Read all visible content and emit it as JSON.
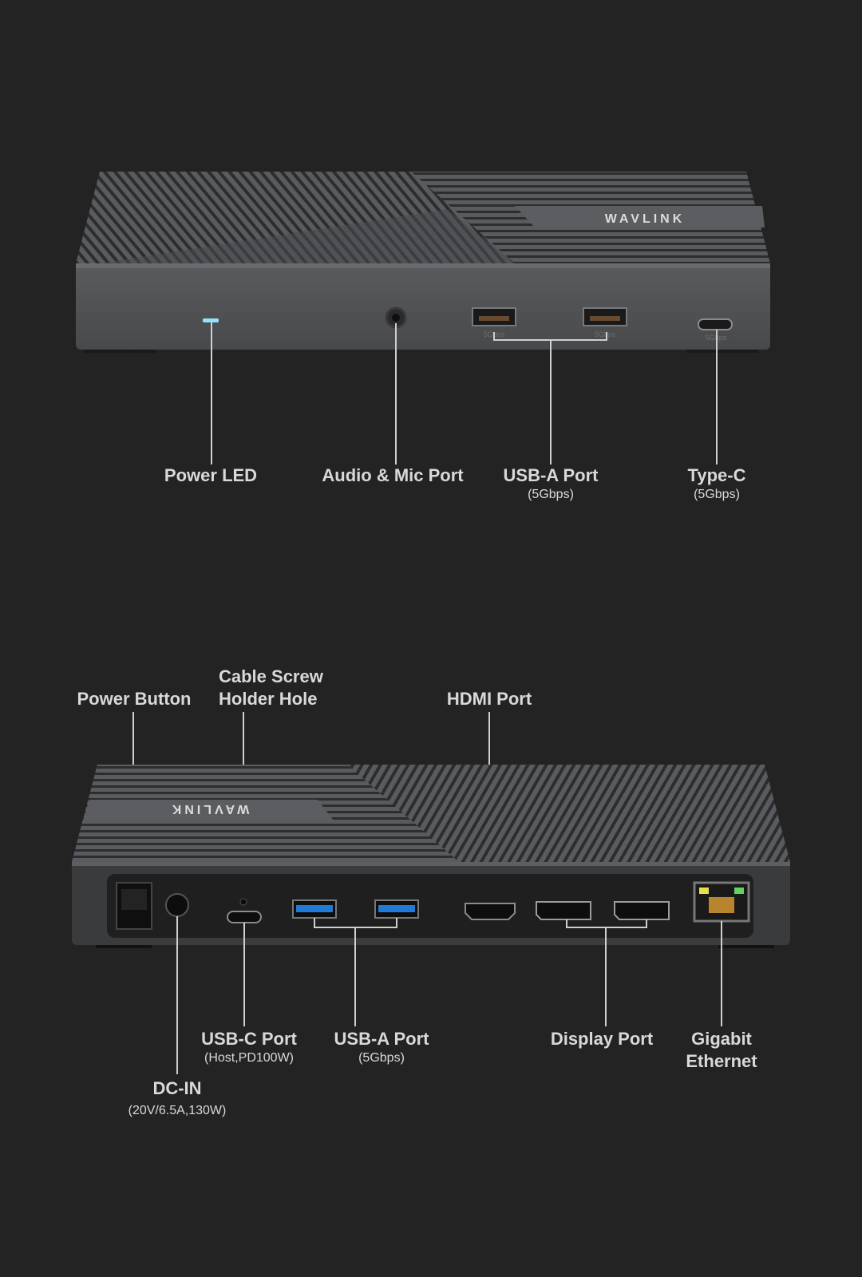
{
  "colors": {
    "background": "#232323",
    "label": "#d9d9d9",
    "device": "#4a4b4d",
    "usb3_blue": "#1f7ad8",
    "led": "#8fe4ff"
  },
  "brand": "WAVLINK",
  "front": {
    "port_markings": {
      "usb_a_1": "5Gbps",
      "usb_a_2": "5Gbps",
      "type_c": "5Gbps"
    },
    "labels": {
      "power_led": "Power LED",
      "audio_mic": "Audio & Mic Port",
      "usb_a": "USB-A  Port",
      "usb_a_sub": "(5Gbps)",
      "type_c": "Type-C",
      "type_c_sub": "(5Gbps)"
    }
  },
  "back": {
    "labels": {
      "power_button": "Power Button",
      "cable_screw_1": "Cable Screw",
      "cable_screw_2": "Holder Hole",
      "hdmi": "HDMI Port",
      "usb_c": "USB-C Port",
      "usb_c_sub": "(Host,PD100W)",
      "usb_a": "USB-A  Port",
      "usb_a_sub": "(5Gbps)",
      "display_port": "Display Port",
      "gigabit_1": "Gigabit",
      "gigabit_2": "Ethernet",
      "dc_in": "DC-IN",
      "dc_in_sub": "(20V/6.5A,130W)"
    }
  }
}
